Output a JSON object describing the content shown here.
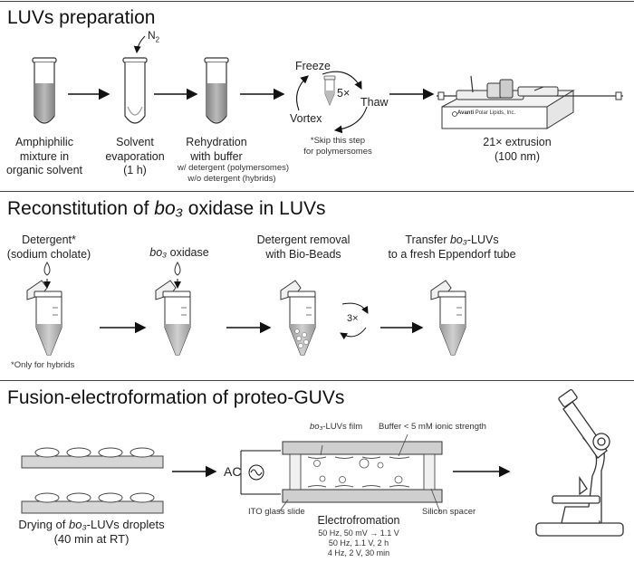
{
  "sections": {
    "prep": {
      "title": "LUVs preparation",
      "n2": "N",
      "n2_sub": "2",
      "step1": [
        "Amphiphilic",
        "mixture in",
        "organic solvent"
      ],
      "step2": [
        "Solvent",
        "evaporation",
        "(1 h)"
      ],
      "step3": [
        "Rehydration",
        "with buffer"
      ],
      "step3_note": [
        "w/ detergent (polymersomes)",
        "w/o detergent (hybrids)"
      ],
      "cycle": {
        "freeze": "Freeze",
        "thaw": "Thaw",
        "vortex": "Vortex",
        "times": "5×"
      },
      "skip_note": [
        "*Skip this step",
        "for polymersomes"
      ],
      "extruder_brand": "Avanti",
      "extruder_sub": "Polar Lipids, Inc.",
      "step5": [
        "21× extrusion",
        "(100 nm)"
      ]
    },
    "recon": {
      "title_a": "Reconstitution of ",
      "title_b": "bo₃",
      "title_c": " oxidase in LUVs",
      "s1": [
        "Detergent*",
        "(sodium cholate)"
      ],
      "s1_note": "*Only for hybrids",
      "s2_it": "bo₃",
      "s2": " oxidase",
      "s3": [
        "Detergent removal",
        "with Bio-Beads"
      ],
      "s3_times": "3×",
      "s4_a": "Transfer ",
      "s4_it": "bo₃",
      "s4_b": "-LUVs",
      "s4_line2": "to a fresh Eppendorf tube"
    },
    "fusion": {
      "title": "Fusion-electroformation of proteo-GUVs",
      "drying_a": "Drying of ",
      "drying_it": "bo₃",
      "drying_b": "-LUVs droplets",
      "drying_line2": "(40 min at RT)",
      "ac": "AC",
      "film_it": "bo₃",
      "film": "-LUVs film",
      "buffer": "Buffer < 5 mM ionic strength",
      "ito": "ITO glass slide",
      "spacer": "Silicon spacer",
      "electro_title": "Electrofromation",
      "electro_lines": [
        "50 Hz, 50 mV → 1.1 V",
        "50 Hz, 1.1 V, 2 h",
        "4 Hz, 2 V, 30 min"
      ]
    }
  }
}
